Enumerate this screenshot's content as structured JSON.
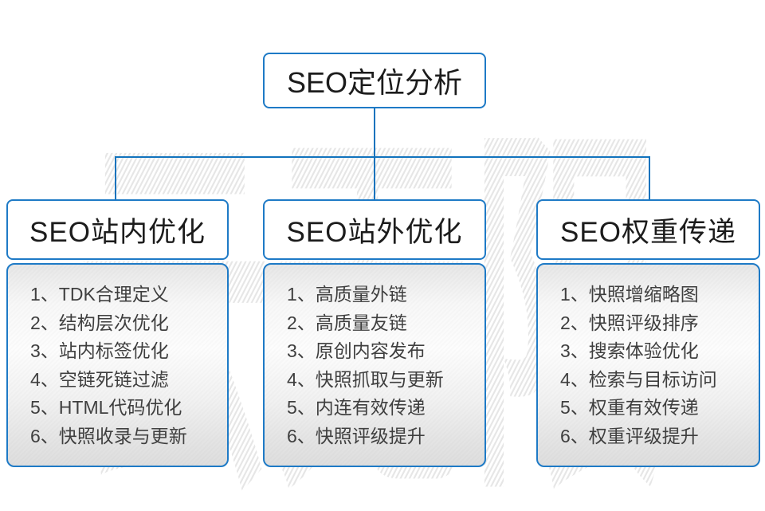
{
  "colors": {
    "connector_blue": "#1173bd",
    "box_border_blue": "#1e7ac6",
    "title_text": "#1c1c1c",
    "item_text": "#3f3f3f",
    "watermark_gray": "#e6e6e6"
  },
  "diagram": {
    "watermark": "云无限",
    "root": {
      "title": "SEO定位分析"
    },
    "branches": [
      {
        "title": "SEO站内优化",
        "items": [
          "1、TDK合理定义",
          "2、结构层次优化",
          "3、站内标签优化",
          "4、空链死链过滤",
          "5、HTML代码优化",
          "6、快照收录与更新"
        ]
      },
      {
        "title": "SEO站外优化",
        "items": [
          "1、高质量外链",
          "2、高质量友链",
          "3、原创内容发布",
          "4、快照抓取与更新",
          "5、内连有效传递",
          "6、快照评级提升"
        ]
      },
      {
        "title": "SEO权重传递",
        "items": [
          "1、快照增缩略图",
          "2、快照评级排序",
          "3、搜索体验优化",
          "4、检索与目标访问",
          "5、权重有效传递",
          "6、权重评级提升"
        ]
      }
    ]
  }
}
